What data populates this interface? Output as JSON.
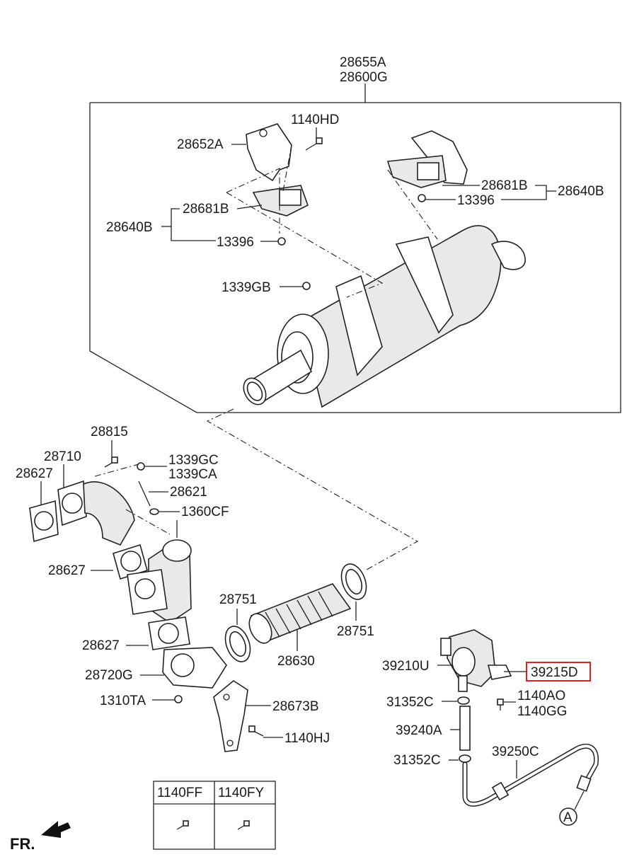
{
  "labels": {
    "assembly_a": "28655A",
    "assembly_g": "28600G",
    "bolt_1140hd": "1140HD",
    "bracket_28652a": "28652A",
    "hanger_left": "28681B",
    "mount_left": "28640B",
    "nut_left": "13396",
    "hanger_right": "28681B",
    "mount_right": "28640B",
    "nut_right": "13396",
    "nut_1339gb": "1339GB",
    "bolt_28815": "28815",
    "gasket_28710": "28710",
    "gasket_28627_a": "28627",
    "nut_1339gc": "1339GC",
    "nut_1339ca": "1339CA",
    "stud_28621": "28621",
    "nut_1360cf": "1360CF",
    "gasket_28627_b": "28627",
    "clamp_28751_left": "28751",
    "clamp_28751_right": "28751",
    "pipe_28630": "28630",
    "gasket_28627_c": "28627",
    "flange_28720g": "28720G",
    "nut_1310ta": "1310TA",
    "bracket_28673b": "28673B",
    "bolt_1140hj": "1140HJ",
    "sensor_39210u": "39210U",
    "sensor_39215d": "39215D",
    "clamp_31352c_top": "31352C",
    "bolt_1140ao": "1140AO",
    "bolt_1140gg": "1140GG",
    "hose_39240a": "39240A",
    "clamp_31352c_bottom": "31352C",
    "tube_39250c": "39250C",
    "ref_a": "A",
    "front": "FR."
  },
  "table": {
    "headers": [
      "1140FF",
      "1140FY"
    ]
  },
  "highlight": "39215D",
  "colors": {
    "line": "#222222",
    "highlight": "#e02020",
    "background": "#ffffff"
  }
}
